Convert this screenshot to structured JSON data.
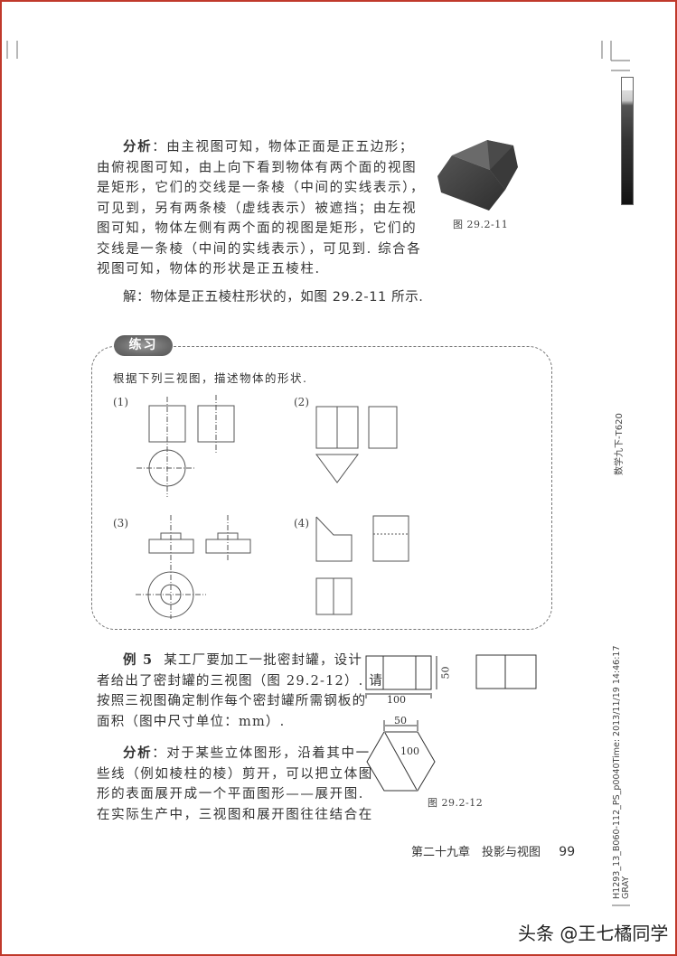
{
  "analysis1": {
    "lead": "分析",
    "lines": [
      "：由主视图可知，物体正面是正五边形；",
      "由俯视图可知，由上向下看到物体有两个面的视图",
      "是矩形，它们的交线是一条棱（中间的实线表示），",
      "可见到，另有两条棱（虚线表示）被遮挡；由左视",
      "图可知，物体左侧有两个面的视图是矩形，它们的",
      "交线是一条棱（中间的实线表示），可见到. 综合各",
      "视图可知，物体的形状是正五棱柱."
    ]
  },
  "solution1": {
    "lead": "解",
    "text": "：物体是正五棱柱形状的，如图 29.2-11 所示."
  },
  "figure_29_2_11": {
    "caption": "图 29.2-11",
    "description": "pentagonal-prism-photo"
  },
  "exercise": {
    "badge": "练习",
    "instruction": "根据下列三视图，描述物体的形状.",
    "items": [
      {
        "label": "(1)",
        "description": "cylinder three views: two squares with center lines, circle top view"
      },
      {
        "label": "(2)",
        "description": "triangular prism: rectangle split in two, rectangle, inverted triangle"
      },
      {
        "label": "(3)",
        "description": "stepped cylinder: two stacked rectangles, concentric circles"
      },
      {
        "label": "(4)",
        "description": "cut block: pentagon profile, rectangle with dashed line, rectangle split in two"
      }
    ]
  },
  "example5": {
    "lead": "例 5",
    "lines": [
      "某工厂要加工一批密封罐，设计",
      "者给出了密封罐的三视图（图 29.2-12）. 请",
      "按照三视图确定制作每个密封罐所需钢板的",
      "面积（图中尺寸单位：mm）."
    ]
  },
  "analysis2": {
    "lead": "分析",
    "lines": [
      "：对于某些立体图形，沿着其中一",
      "些线（例如棱柱的棱）剪开，可以把立体图",
      "形的表面展开成一个平面图形——展开图.",
      "在实际生产中，三视图和展开图往往结合在"
    ]
  },
  "figure_29_2_12": {
    "caption": "图 29.2-12",
    "front_width": "100",
    "front_height": "50",
    "hex_side": "50",
    "hex_diagonal": "100"
  },
  "footer": {
    "chapter": "第二十九章　投影与视图",
    "page_number": "99"
  },
  "side_margin": {
    "book_code": "数学九下-T620",
    "print_info": "H1293_13_B060-112_PS_p0040Time: 2013/11/19 14:46:17",
    "color_mode": "GRAY"
  },
  "watermark": "头条 @王七橘同学"
}
